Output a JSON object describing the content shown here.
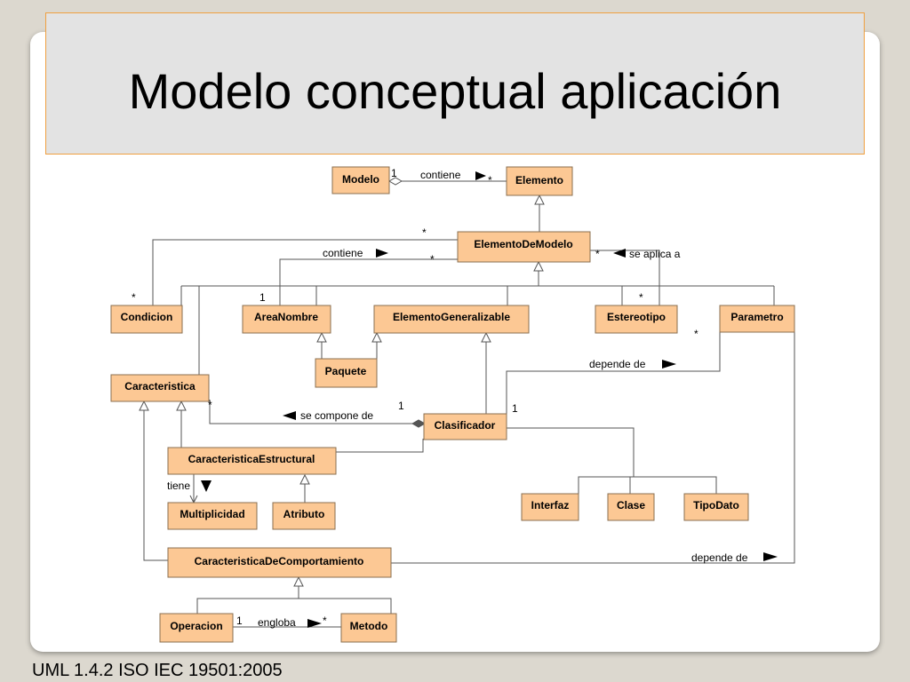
{
  "slide": {
    "title": "Modelo conceptual aplicación",
    "caption": "UML 1.4.2 ISO IEC 19501:2005"
  },
  "colors": {
    "class_fill": "#fcc894",
    "title_border": "#f0a040",
    "title_fill": "#e3e3e3"
  },
  "diagram": {
    "classes": {
      "modelo": "Modelo",
      "elemento": "Elemento",
      "elemento_de_modelo": "ElementoDeModelo",
      "condicion": "Condicion",
      "area_nombre": "AreaNombre",
      "elemento_generalizable": "ElementoGeneralizable",
      "estereotipo": "Estereotipo",
      "parametro": "Parametro",
      "paquete": "Paquete",
      "caracteristica": "Caracteristica",
      "clasificador": "Clasificador",
      "caracteristica_estructural": "CaracteristicaEstructural",
      "multiplicidad": "Multiplicidad",
      "atributo": "Atributo",
      "interfaz": "Interfaz",
      "clase": "Clase",
      "tipo_dato": "TipoDato",
      "caracteristica_de_comportamiento": "CaracteristicaDeComportamiento",
      "operacion": "Operacion",
      "metodo": "Metodo"
    },
    "associations": {
      "contiene_1": "contiene",
      "contiene_2": "contiene",
      "se_aplica_a": "se aplica a",
      "depende_de_1": "depende de",
      "se_compone_de": "se compone de",
      "tiene": "tiene",
      "depende_de_2": "depende de",
      "engloba": "engloba"
    },
    "multiplicities": {
      "one": "1",
      "many": "*"
    }
  }
}
